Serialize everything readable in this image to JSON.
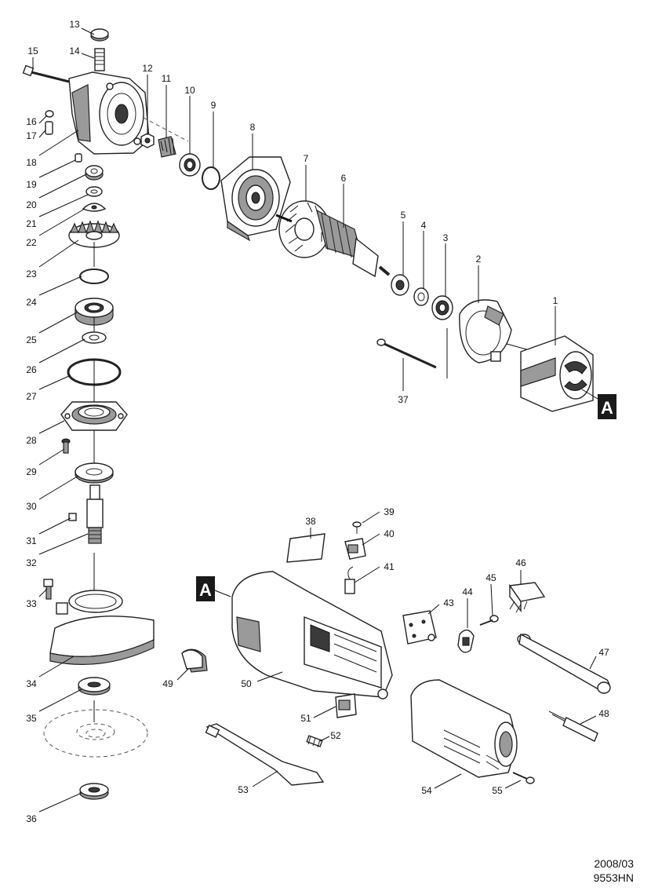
{
  "parts": {
    "p1": "1",
    "p2": "2",
    "p3": "3",
    "p4": "4",
    "p5": "5",
    "p6": "6",
    "p7": "7",
    "p8": "8",
    "p9": "9",
    "p10": "10",
    "p11": "11",
    "p12": "12",
    "p13": "13",
    "p14": "14",
    "p15": "15",
    "p16": "16",
    "p17": "17",
    "p18": "18",
    "p19": "19",
    "p20": "20",
    "p21": "21",
    "p22": "22",
    "p23": "23",
    "p24": "24",
    "p25": "25",
    "p26": "26",
    "p27": "27",
    "p28": "28",
    "p29": "29",
    "p30": "30",
    "p31": "31",
    "p32": "32",
    "p33": "33",
    "p34": "34",
    "p35": "35",
    "p36": "36",
    "p37": "37",
    "p38": "38",
    "p39": "39",
    "p40": "40",
    "p41": "41",
    "p43": "43",
    "p44": "44",
    "p45": "45",
    "p46": "46",
    "p47": "47",
    "p48": "48",
    "p49": "49",
    "p50": "50",
    "p51": "51",
    "p52": "52",
    "p53": "53",
    "p54": "54",
    "p55": "55"
  },
  "callout": {
    "letter": "A"
  },
  "footer": {
    "date": "2008/03",
    "model": "9553HN"
  }
}
